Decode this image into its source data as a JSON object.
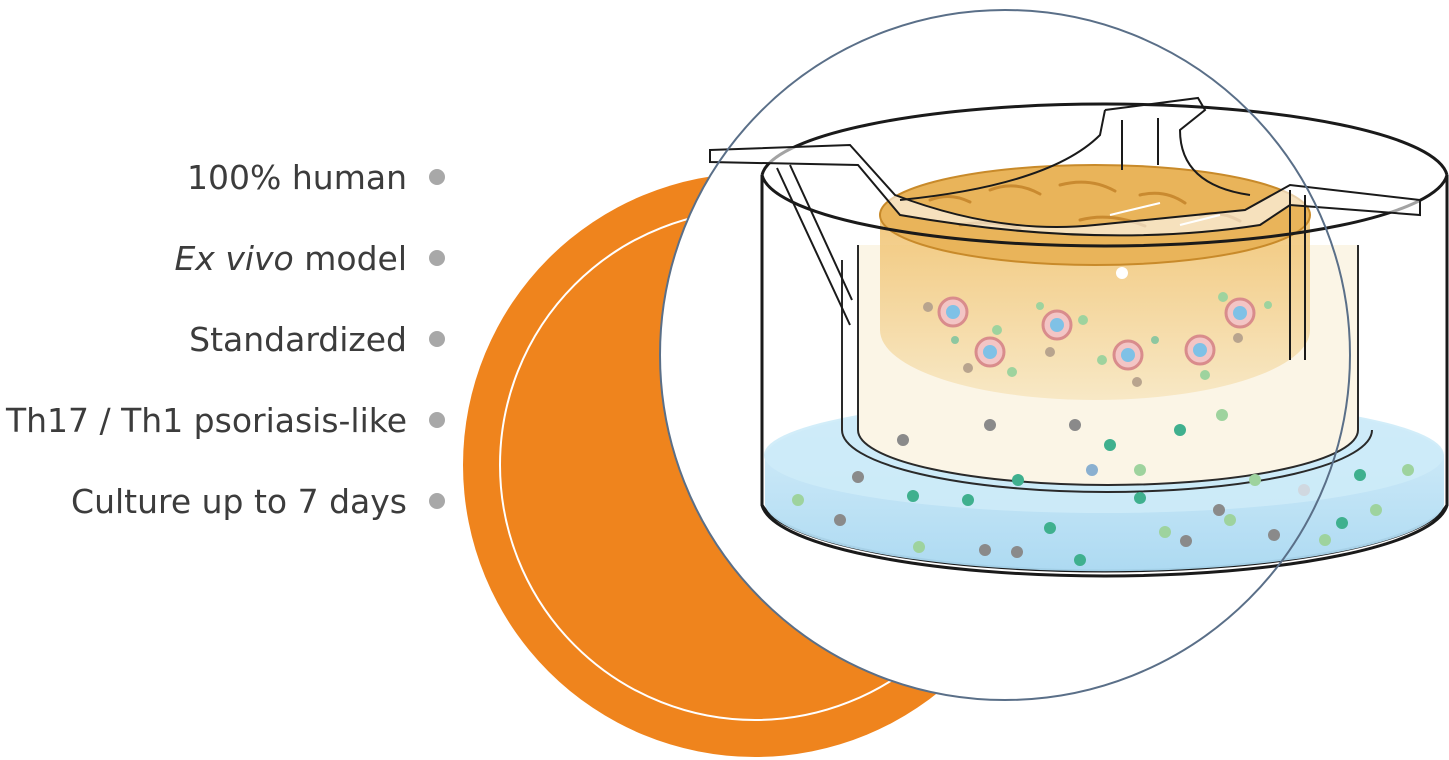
{
  "features": [
    {
      "text": "100% human",
      "italic_prefix": "",
      "rest": "100% human"
    },
    {
      "text": "Ex vivo model",
      "italic_prefix": "Ex vivo",
      "rest": " model"
    },
    {
      "text": "Standardized",
      "italic_prefix": "",
      "rest": "Standardized"
    },
    {
      "text": "Th17 / Th1 psoriasis-like",
      "italic_prefix": "",
      "rest": "Th17 / Th1 psoriasis-like"
    },
    {
      "text": "Culture up to 7 days",
      "italic_prefix": "",
      "rest": "Culture up to 7 days"
    }
  ],
  "colors": {
    "accent_orange": "#ef841d",
    "bullet_gray": "#a8a8a8",
    "text": "#3c3c3c",
    "lens_border": "#5a6f88",
    "medium_blue": "#bfe3f5",
    "tissue": "#e9b45a"
  },
  "icons": [
    "bullet-dot-icon",
    "culture-insert-illustration",
    "orange-crescent-shape",
    "magnifier-lens"
  ]
}
